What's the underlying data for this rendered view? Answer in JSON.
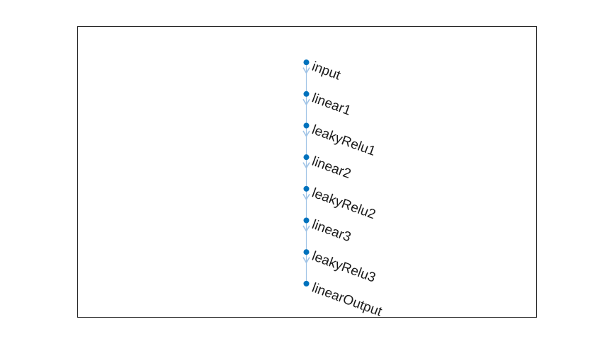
{
  "figure": {
    "background_color": "#ffffff",
    "axes_border_color": "#262626",
    "axes_background_color": "#ffffff"
  },
  "graph": {
    "type": "layer-graph",
    "orientation": "top-down",
    "node_color": "#0072BD",
    "edge_color": "#9FC3E6",
    "label_color": "#1A1A1A",
    "nodes": [
      "input",
      "linear1",
      "leakyRelu1",
      "linear2",
      "leakyRelu2",
      "linear3",
      "leakyRelu3",
      "linearOutput"
    ],
    "edges": [
      [
        "input",
        "linear1"
      ],
      [
        "linear1",
        "leakyRelu1"
      ],
      [
        "leakyRelu1",
        "linear2"
      ],
      [
        "linear2",
        "leakyRelu2"
      ],
      [
        "leakyRelu2",
        "linear3"
      ],
      [
        "linear3",
        "leakyRelu3"
      ],
      [
        "leakyRelu3",
        "linearOutput"
      ]
    ]
  }
}
